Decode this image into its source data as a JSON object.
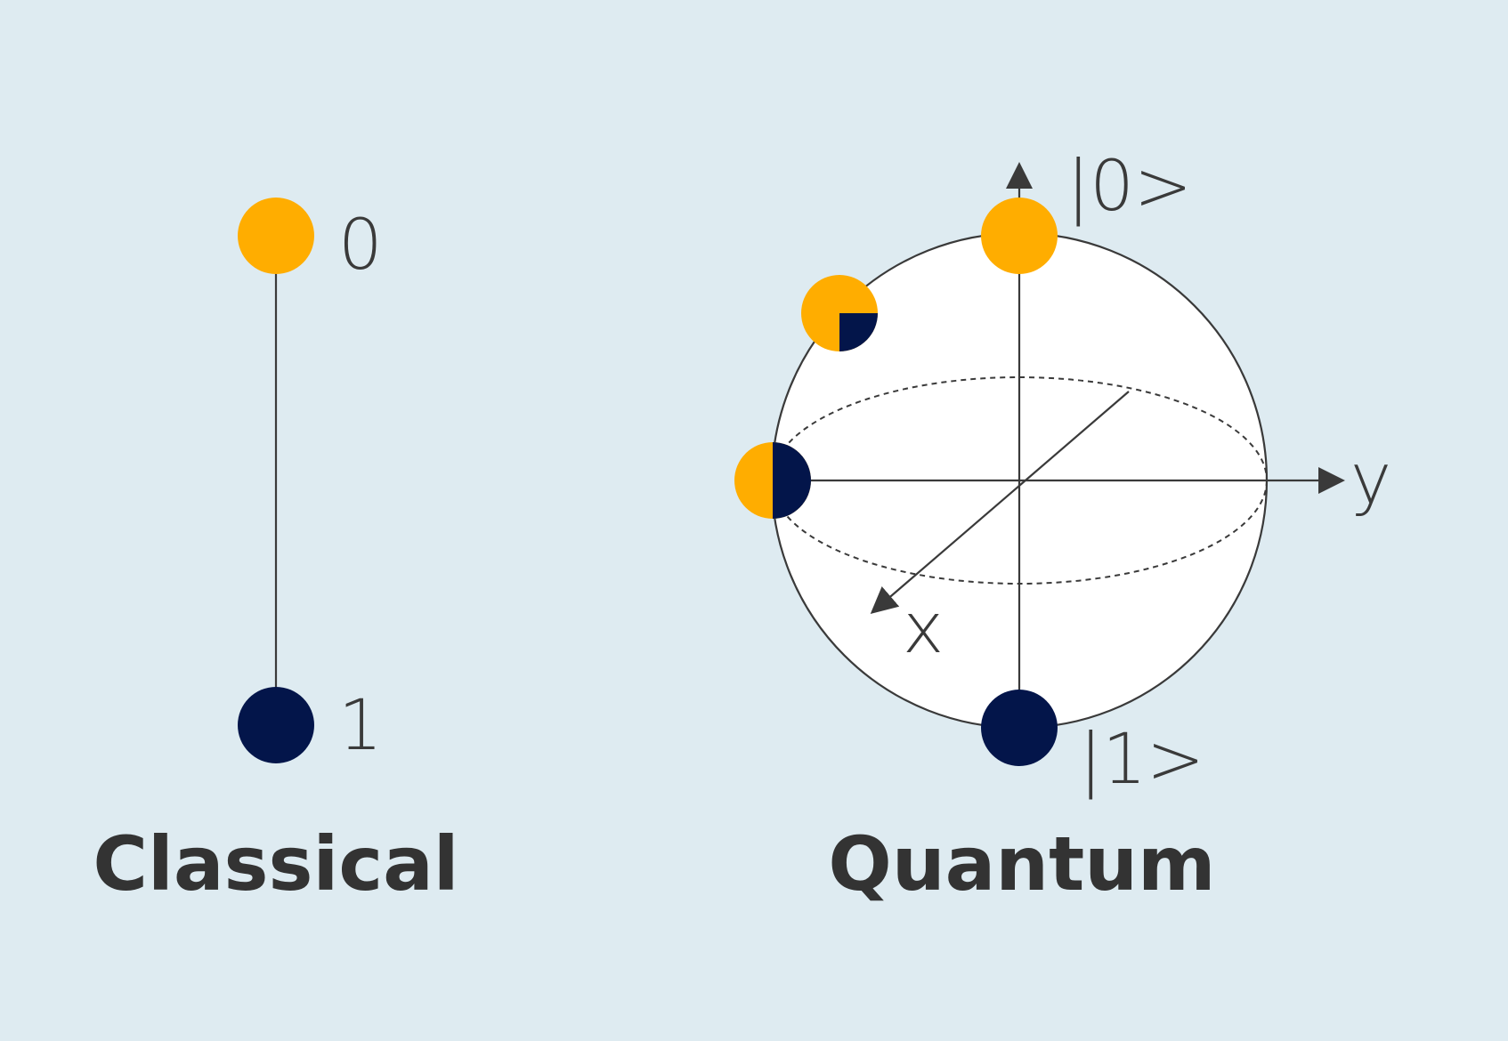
{
  "colors": {
    "background": "#deebf1",
    "state_zero": "#ffad00",
    "state_one": "#03154a",
    "line": "#3a3a3a",
    "sphere_fill": "#ffffff",
    "caption_text": "#333333"
  },
  "classical": {
    "caption": "Classical",
    "zero_label": "0",
    "one_label": "1"
  },
  "quantum": {
    "caption": "Quantum",
    "zero_ket": "|0>",
    "one_ket": "|1>",
    "x_axis_label": "x",
    "y_axis_label": "y"
  }
}
